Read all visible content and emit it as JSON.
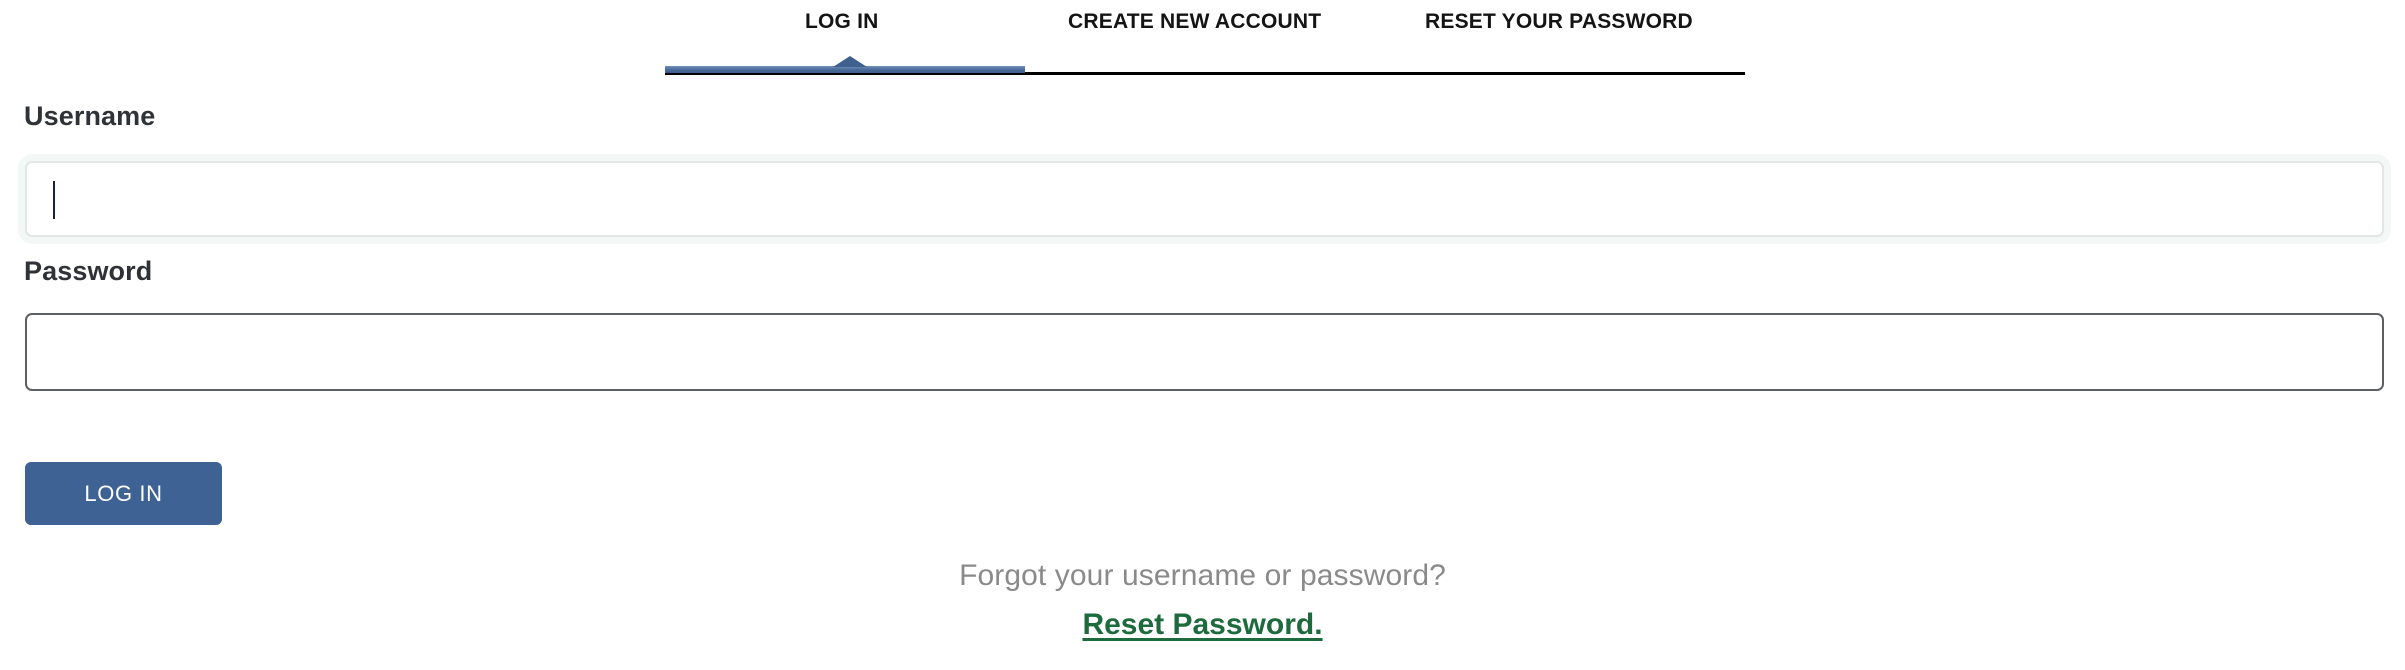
{
  "tabs": {
    "items": [
      {
        "id": "log-in",
        "label": "LOG IN",
        "active": true
      },
      {
        "id": "create-new-account",
        "label": "CREATE NEW ACCOUNT",
        "active": false
      },
      {
        "id": "reset-your-password",
        "label": "RESET YOUR PASSWORD",
        "active": false
      }
    ],
    "active_index": 0,
    "active_bar_color": "#3f618f",
    "rule_color": "#000000"
  },
  "form": {
    "username": {
      "label": "Username",
      "value": "",
      "placeholder": "",
      "focused": true
    },
    "password": {
      "label": "Password",
      "value": "",
      "placeholder": "",
      "focused": false
    },
    "submit": {
      "label": "LOG IN",
      "background": "#3f6295",
      "text_color": "#ffffff"
    }
  },
  "footer": {
    "prompt": "Forgot your username or password?",
    "link_label": "Reset Password.",
    "prompt_color": "#8a8a8a",
    "link_color": "#1d6b3c"
  }
}
